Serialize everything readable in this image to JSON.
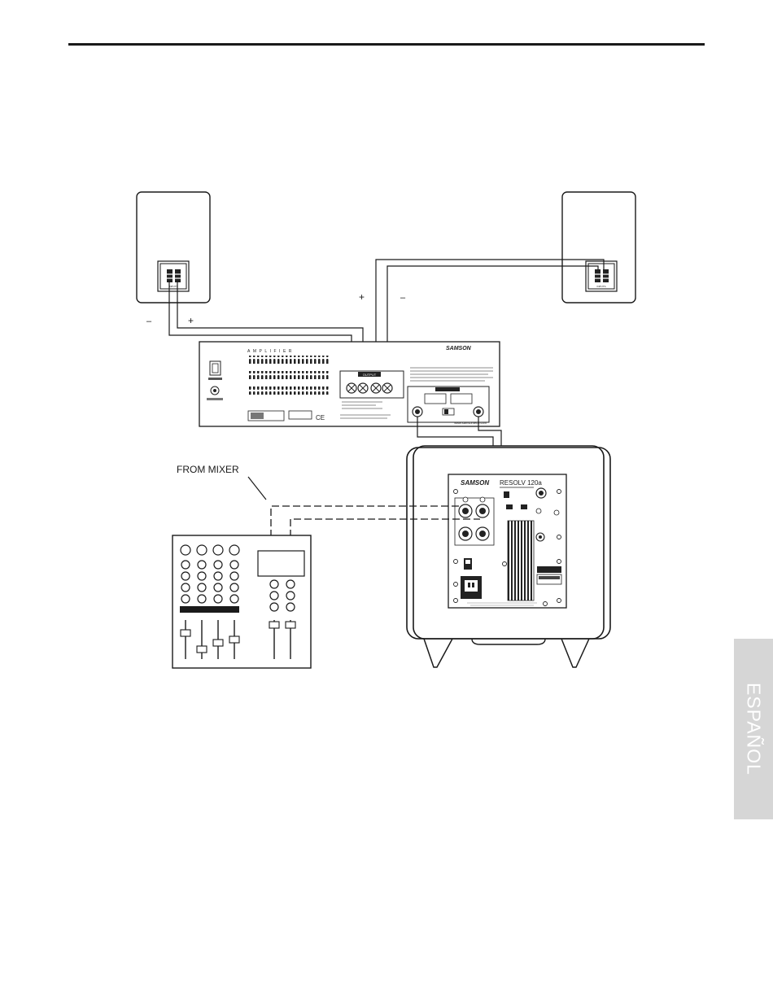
{
  "labels": {
    "from_mixer": "FROM MIXER",
    "plus": "+",
    "minus": "–"
  },
  "amplifier": {
    "name": "AMPLIFIER",
    "brand": "SAMSON",
    "output_label": "OUTPUT",
    "website": "www.samsontech.com"
  },
  "speaker_input_label": "INPUTS",
  "subwoofer": {
    "brand": "SAMSON",
    "model": "RESOLV 120a"
  },
  "language_tab": "ESPAÑOL",
  "colors": {
    "line": "#1a1a1a",
    "tab_bg": "#d6d6d6",
    "tab_text": "#ffffff"
  }
}
